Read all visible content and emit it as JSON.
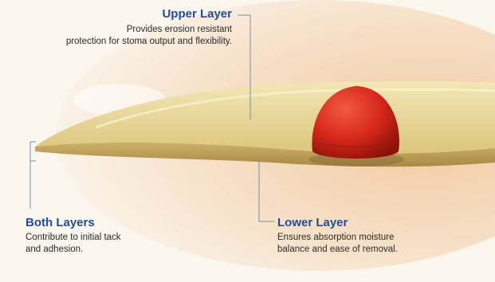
{
  "labels": {
    "upper": {
      "title": "Upper Layer",
      "lines": [
        "Provides erosion resistant",
        "protection for stoma output and flexibility."
      ]
    },
    "both": {
      "title": "Both Layers",
      "lines": [
        "Contribute to initial tack",
        "and adhesion."
      ]
    },
    "lower": {
      "title": "Lower Layer",
      "lines": [
        "Ensures absorption moisture",
        "balance and ease of removal."
      ]
    }
  },
  "colors": {
    "title": "#1f4e9a",
    "wafer": "#e8d89a",
    "stoma": "#d9261c",
    "leader_line": "#7a8fa8"
  }
}
